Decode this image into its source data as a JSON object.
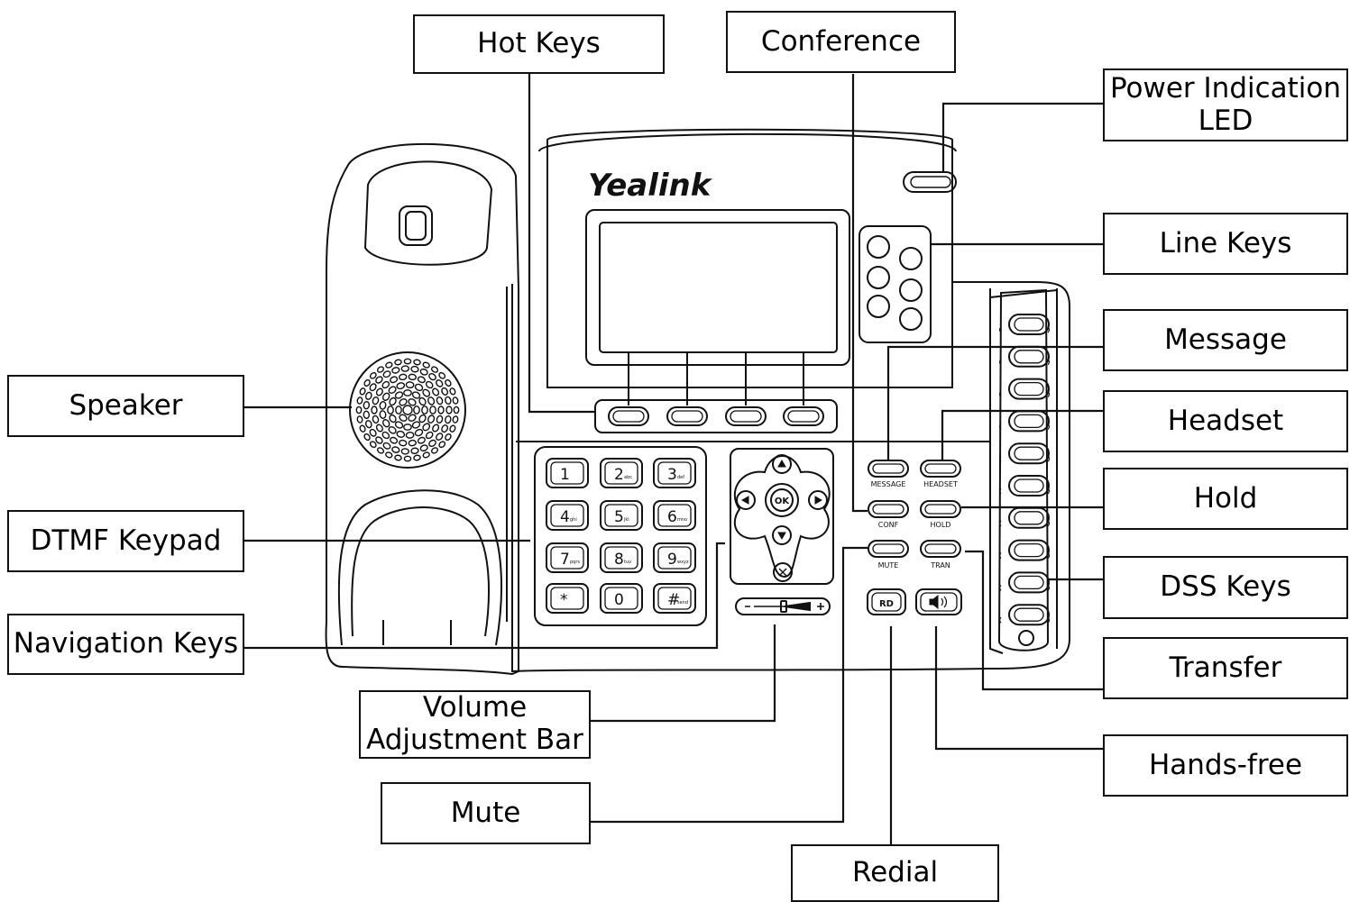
{
  "brand": "Yealink",
  "callouts": {
    "hot_keys": "Hot Keys",
    "conference": "Conference",
    "power_led": "Power Indication\nLED",
    "line_keys": "Line Keys",
    "message": "Message",
    "headset": "Headset",
    "hold": "Hold",
    "dss_keys": "DSS Keys",
    "transfer": "Transfer",
    "hands_free": "Hands-free",
    "redial": "Redial",
    "mute": "Mute",
    "volume_bar": "Volume\nAdjustment Bar",
    "navigation_keys": "Navigation Keys",
    "dtmf_keypad": "DTMF Keypad",
    "speaker": "Speaker"
  },
  "key_labels": {
    "message": "MESSAGE",
    "headset": "HEADSET",
    "conf": "CONF",
    "hold": "HOLD",
    "mute": "MUTE",
    "tran": "TRAN",
    "redial": "RD",
    "ok": "OK"
  },
  "keypad": {
    "digits": [
      "1",
      "2",
      "3",
      "4",
      "5",
      "6",
      "7",
      "8",
      "9",
      "*",
      "0",
      "#"
    ],
    "letters": [
      "",
      "abc",
      "def",
      "ghi",
      "jkl",
      "mno",
      "pqrs",
      "tuv",
      "wxyz",
      "",
      "",
      "send"
    ]
  }
}
